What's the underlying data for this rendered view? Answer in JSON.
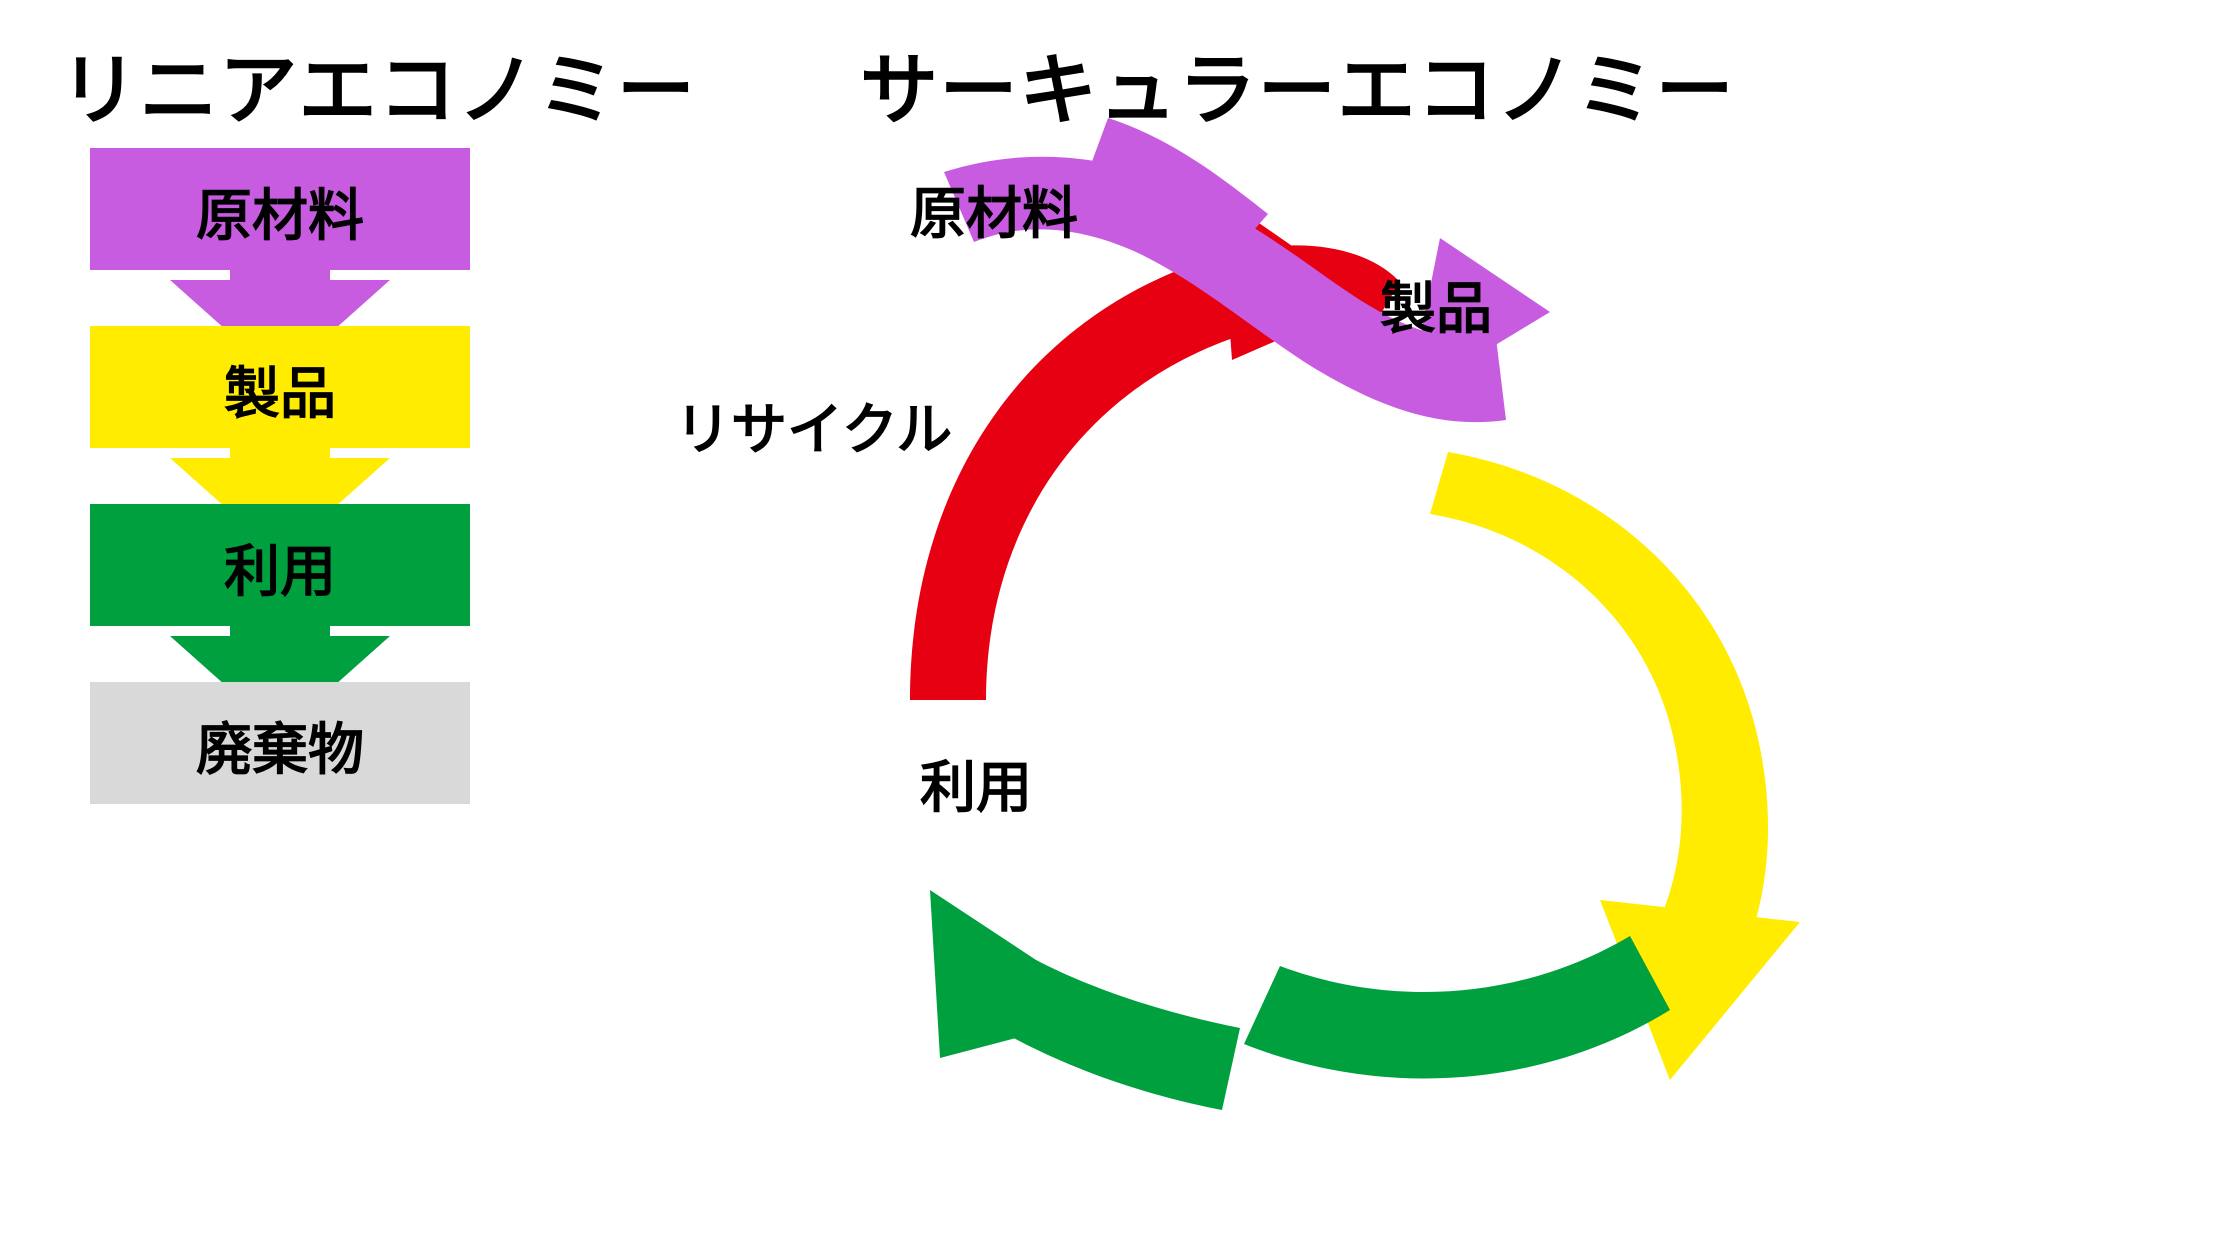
{
  "diagram": {
    "left": {
      "title": "リニアエコノミー",
      "type": "linear-flow",
      "stages": [
        {
          "label": "原材料",
          "color": "#c75ce0",
          "arrow_color": "#c75ce0"
        },
        {
          "label": "製品",
          "color": "#ffec00",
          "arrow_color": "#ffec00"
        },
        {
          "label": "利用",
          "color": "#00a03f",
          "arrow_color": "#00a03f"
        },
        {
          "label": "廃棄物",
          "color": "#d9d9d9",
          "arrow_color": null
        }
      ]
    },
    "right": {
      "title": "サーキュラーエコノミー",
      "type": "circular-flow",
      "stages": [
        {
          "label": "原材料",
          "color": "#c75ce0"
        },
        {
          "label": "製品",
          "color": "#ffec00"
        },
        {
          "label": "利用",
          "color": "#00a03f"
        },
        {
          "label": "リサイクル",
          "color": "#e60012"
        }
      ]
    }
  },
  "colors": {
    "purple": "#c75ce0",
    "yellow": "#ffec00",
    "green": "#00a03f",
    "gray": "#d9d9d9",
    "red": "#e60012",
    "text": "#000000",
    "background": "#ffffff"
  }
}
